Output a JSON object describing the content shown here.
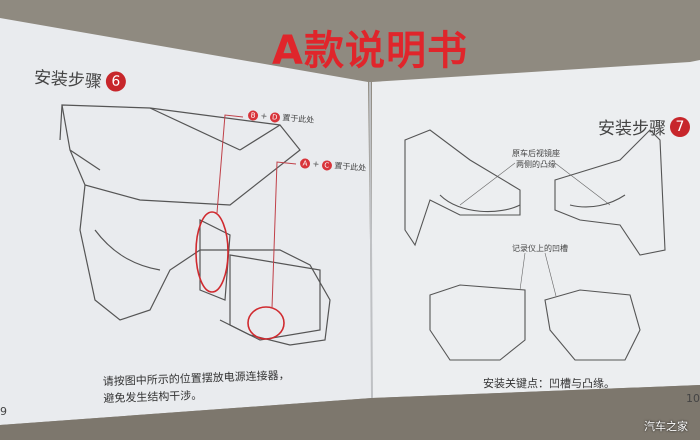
{
  "main_title": "A款说明书",
  "left_page": {
    "step_title": "安装步骤",
    "step_number": "6",
    "callout_bd": {
      "badge1": "B",
      "plus": "+",
      "badge2": "D",
      "text": "置于此处"
    },
    "callout_ac": {
      "badge1": "A",
      "plus": "+",
      "badge2": "C",
      "text": "置于此处"
    },
    "caption_lines": [
      "请按图中所示的位置摆放电源连接器，",
      "避免发生结构干涉。"
    ],
    "page_number": "9"
  },
  "right_page": {
    "step_title": "安装步骤",
    "step_number": "7",
    "label_bump_lines": [
      "原车后视镜座",
      "两侧的凸缘"
    ],
    "label_groove": "记录仪上的凹槽",
    "caption": "安装关键点：凹槽与凸缘。",
    "page_number": "10"
  },
  "watermark": "汽车之家",
  "colors": {
    "accent_red": "#e0252b",
    "badge_red": "#c7262b"
  }
}
